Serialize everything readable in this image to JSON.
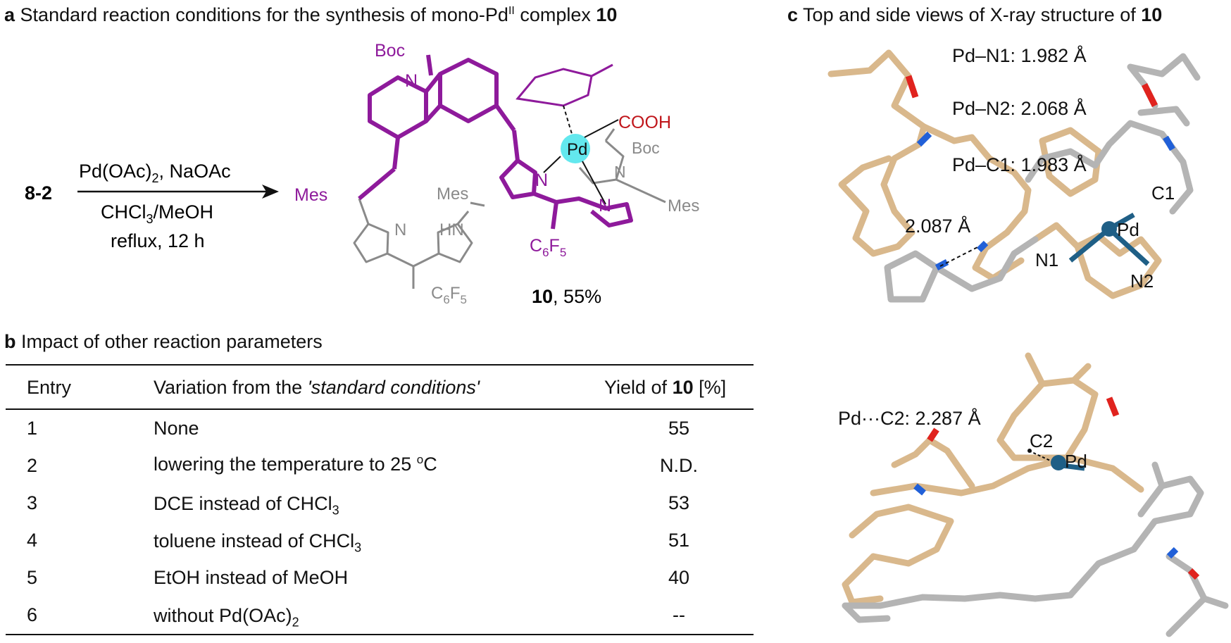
{
  "panel_a": {
    "label": "a",
    "title_pre": "Standard reaction conditions for the synthesis of mono-Pd",
    "title_sup": "II",
    "title_post": " complex ",
    "title_bold": "10",
    "reactant": "8-2",
    "reagent_pre": "Pd(OAc)",
    "reagent_sub": "2",
    "reagent_post": ", NaOAc",
    "solvent_pre": "CHCl",
    "solvent_sub": "3",
    "solvent_post": "/MeOH",
    "time": "reflux, 12 h",
    "product_bold": "10",
    "product_yield": ", 55%",
    "structure_labels": {
      "boc": "Boc",
      "n": "N",
      "cooh": "COOH",
      "pd": "Pd",
      "mes": "Mes",
      "hn": "HN",
      "c6f5": "C",
      "six": "6",
      "f": "F",
      "five": "5"
    }
  },
  "panel_b": {
    "label": "b",
    "title": "Impact of other reaction parameters",
    "headers": {
      "entry": "Entry",
      "variation_pre": "Variation from the ",
      "variation_italic": "'standard conditions'",
      "yield_pre": "Yield of ",
      "yield_bold": "10",
      "yield_post": " [%]"
    },
    "rows": [
      {
        "entry": "1",
        "pre": "None",
        "sup": "",
        "sub": "",
        "post": "",
        "yield": "55"
      },
      {
        "entry": "2",
        "pre": "lowering the temperature to 25 ",
        "sup": "o",
        "sub": "",
        "post": "C",
        "yield": "N.D."
      },
      {
        "entry": "3",
        "pre": "DCE instead of CHCl",
        "sup": "",
        "sub": "3",
        "post": "",
        "yield": "53"
      },
      {
        "entry": "4",
        "pre": "toluene instead of CHCl",
        "sup": "",
        "sub": "3",
        "post": "",
        "yield": "51"
      },
      {
        "entry": "5",
        "pre": "EtOH instead of MeOH",
        "sup": "",
        "sub": "",
        "post": "",
        "yield": "40"
      },
      {
        "entry": "6",
        "pre": "without Pd(OAc)",
        "sup": "",
        "sub": "2",
        "post": "",
        "yield": "--"
      }
    ]
  },
  "panel_c": {
    "label": "c",
    "title_pre": "Top and side views of X-ray structure of ",
    "title_bold": "10",
    "top_labels": {
      "pdn1": "Pd–N1: 1.982 Å",
      "pdn2": "Pd–N2: 2.068 Å",
      "pdc1": "Pd–C1: 1.983 Å",
      "hbond": "2.087 Å",
      "c1": "C1",
      "pd": "Pd",
      "n1": "N1",
      "n2": "N2"
    },
    "side_labels": {
      "pdc2": "Pd···C2: 2.287 Å",
      "c2": "C2",
      "pd": "Pd"
    }
  },
  "colors": {
    "purple": "#8e1a9b",
    "gray": "#8a8a8a",
    "red": "#c0161b",
    "cyan": "#63e8ee",
    "tan": "#d9b88c",
    "bond_gray": "#b4b4b4",
    "nitrogen": "#2160d8",
    "oxygen": "#e0231e",
    "palladium": "#1f5f86"
  }
}
